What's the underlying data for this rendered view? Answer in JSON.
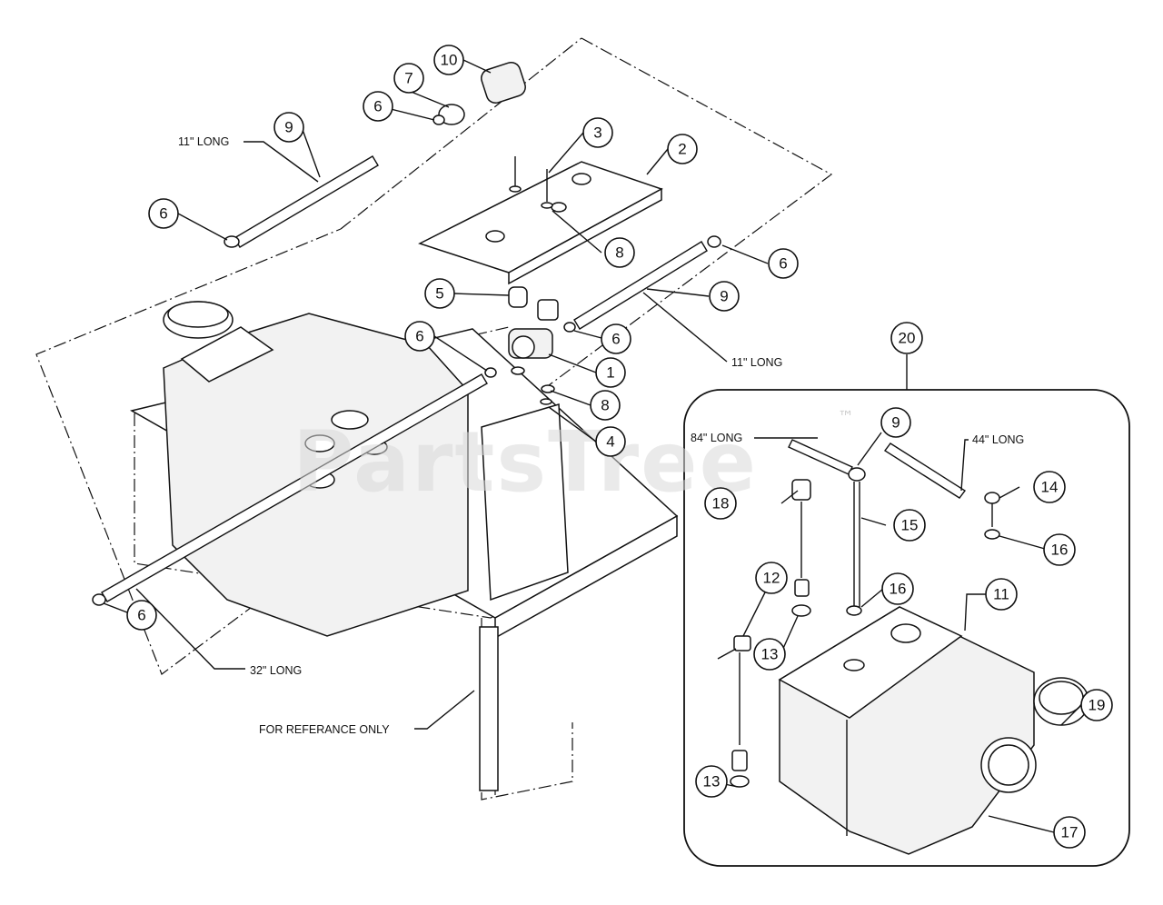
{
  "watermark": {
    "text": "PartsTree",
    "trademark": "™"
  },
  "callouts": {
    "c1": "1",
    "c2": "2",
    "c3": "3",
    "c4": "4",
    "c5": "5",
    "c6a": "6",
    "c6b": "6",
    "c6c": "6",
    "c6d": "6",
    "c6e": "6",
    "c6f": "6",
    "c7": "7",
    "c8a": "8",
    "c8b": "8",
    "c9a": "9",
    "c9b": "9",
    "c9c": "9",
    "c10": "10",
    "c11": "11",
    "c12": "12",
    "c13a": "13",
    "c13b": "13",
    "c14": "14",
    "c15": "15",
    "c16a": "16",
    "c16b": "16",
    "c17": "17",
    "c18": "18",
    "c19": "19",
    "c20": "20"
  },
  "notes": {
    "hose_11_top": "11\" LONG",
    "hose_11_right": "11\" LONG",
    "hose_32": "32\" LONG",
    "reference": "FOR REFERANCE ONLY",
    "hose_84": "84\" LONG",
    "hose_44": "44\" LONG"
  }
}
